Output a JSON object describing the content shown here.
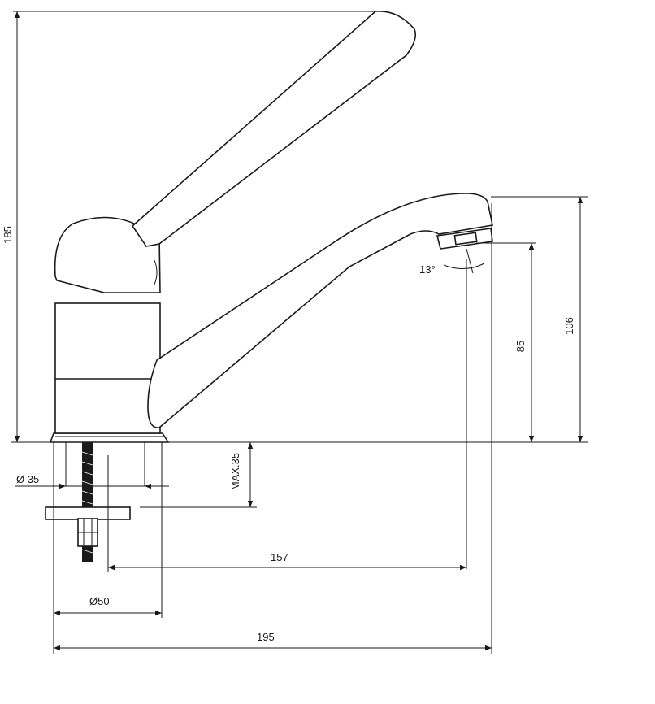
{
  "dimensions": {
    "total_height": "185",
    "spout_height": "106",
    "outlet_height": "85",
    "outlet_angle": "13°",
    "mounting_thickness": "MAX.35",
    "hole_diameter": "Ø 35",
    "base_diameter": "Ø50",
    "spout_reach": "157",
    "total_length": "195"
  }
}
